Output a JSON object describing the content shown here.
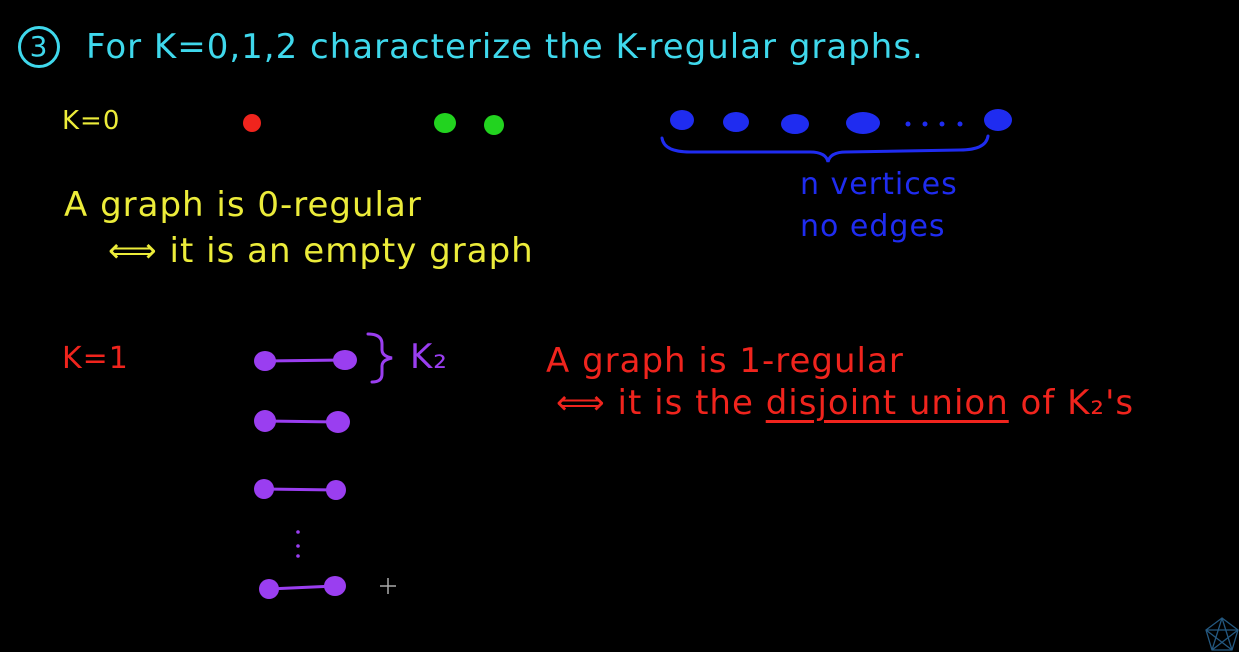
{
  "header": {
    "number": "3",
    "text": "For K=0,1,2  characterize the K-regular graphs."
  },
  "k0": {
    "label": "K=0",
    "statement": "A graph is 0-regular",
    "iff": "⟺ it is an empty graph",
    "note_line1": "n vertices",
    "note_line2": "no edges"
  },
  "k1": {
    "label": "K=1",
    "k2_label": "K₂",
    "statement": "A graph is 1-regular",
    "iff_prefix": "⟺ it is the ",
    "iff_underlined": "disjoint union",
    "iff_suffix": " of K₂'s"
  },
  "colors": {
    "background": "#000000",
    "header": "#3fd8ec",
    "k0_text": "#ecec3a",
    "red_vertex": "#f0241d",
    "green_vertex": "#22d31f",
    "blue_vertex": "#1f2cf0",
    "k1_text": "#f0241d",
    "purple_graph": "#9a3ef0"
  }
}
